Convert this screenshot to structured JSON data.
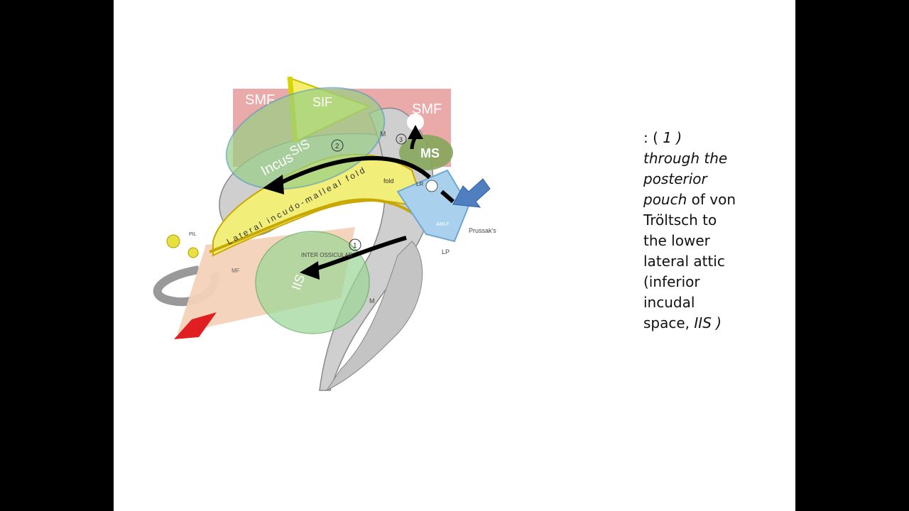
{
  "labels": {
    "smf_left": "SMF",
    "smf_right": "SMF",
    "sif": "SIF",
    "sis": "SIS",
    "incus": "Incus",
    "ms": "MS",
    "iis": "IIS",
    "lateral_fold": "Lateral incudo-malleal fold",
    "fold_word": "fold",
    "inter_ossicular": "INTER OSSICULAR",
    "prussaks": "Prussak's",
    "lp": "LP",
    "m_top": "M",
    "m_bottom": "M",
    "mf": "MF",
    "pil": "PIL",
    "aml": "AMLF",
    "lr": "LR",
    "num1": "1",
    "num2": "2",
    "num3": "3"
  },
  "caption": {
    "prefix": ": ( ",
    "num": "1 )",
    "path_italic": "through the posterior pouch",
    "rest": " of von Tröltsch to the lower lateral attic (inferior incudal space, ",
    "iis": "IIS )"
  },
  "colors": {
    "smf": "#e89a9a",
    "sif": "#f2f070",
    "incus": "#9cd28a",
    "fold": "#f0ef78",
    "ms": "#8cab62",
    "iis": "#9bd696",
    "bone": "#c8c8c8",
    "blue": "#4f7fc1",
    "red": "#e02020"
  }
}
